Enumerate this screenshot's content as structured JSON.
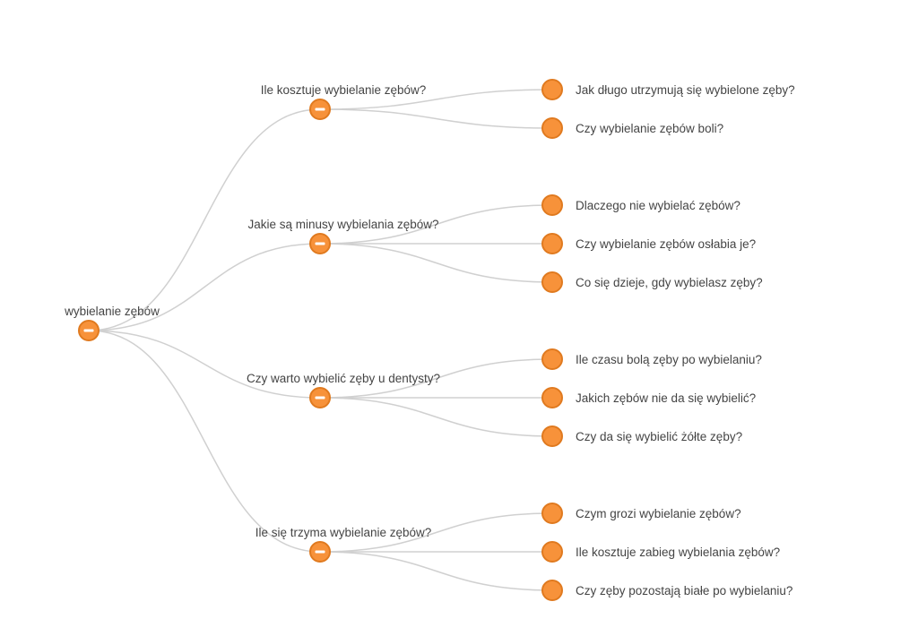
{
  "colors": {
    "node_fill": "#F7923A",
    "node_stroke": "#E07A1F",
    "link": "#D0D0D0",
    "text": "#444444"
  },
  "tree": {
    "label": "wybielanie zębów",
    "expanded": true,
    "children": [
      {
        "label": "Ile kosztuje wybielanie zębów?",
        "expanded": true,
        "children": [
          {
            "label": "Jak długo utrzymują się wybielone zęby?"
          },
          {
            "label": "Czy wybielanie zębów boli?"
          }
        ]
      },
      {
        "label": "Jakie są minusy wybielania zębów?",
        "expanded": true,
        "children": [
          {
            "label": "Dlaczego nie wybielać zębów?"
          },
          {
            "label": "Czy wybielanie zębów osłabia je?"
          },
          {
            "label": "Co się dzieje, gdy wybielasz zęby?"
          }
        ]
      },
      {
        "label": "Czy warto wybielić zęby u dentysty?",
        "expanded": true,
        "children": [
          {
            "label": "Ile czasu bolą zęby po wybielaniu?"
          },
          {
            "label": "Jakich zębów nie da się wybielić?"
          },
          {
            "label": "Czy da się wybielić żółte zęby?"
          }
        ]
      },
      {
        "label": "Ile się trzyma wybielanie zębów?",
        "expanded": true,
        "children": [
          {
            "label": "Czym grozi wybielanie zębów?"
          },
          {
            "label": "Ile kosztuje zabieg wybielania zębów?"
          },
          {
            "label": "Czy zęby pozostają białe po wybielaniu?"
          }
        ]
      }
    ]
  }
}
